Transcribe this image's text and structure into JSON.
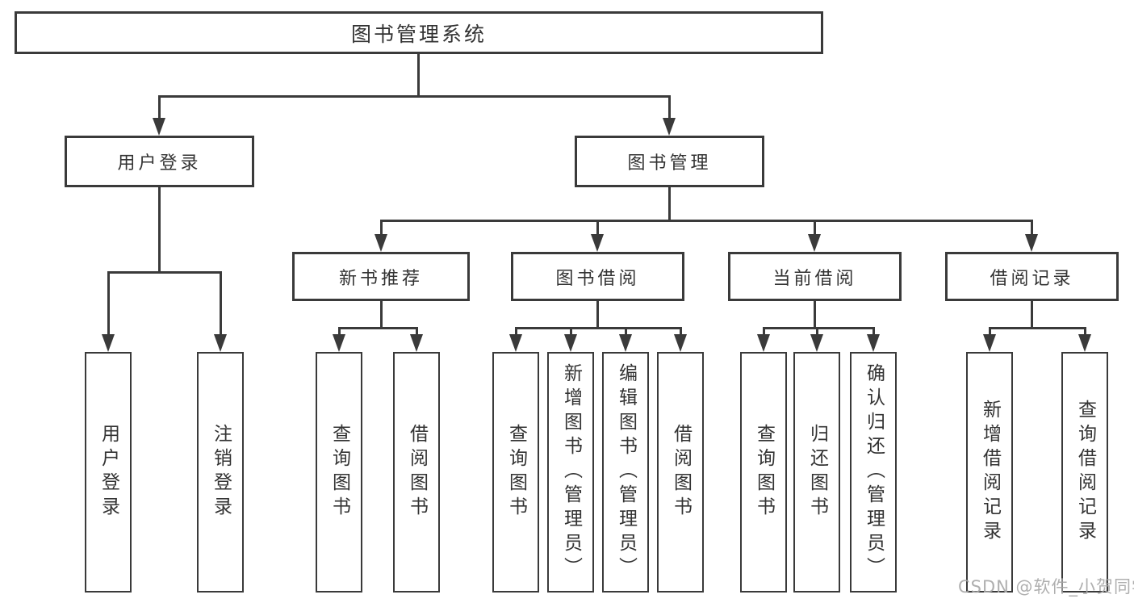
{
  "tree": {
    "root": "图书管理系统",
    "branches": [
      {
        "label": "用户登录",
        "leaves": [
          "用户登录",
          "注销登录"
        ]
      },
      {
        "label": "图书管理",
        "groups": [
          {
            "label": "新书推荐",
            "leaves": [
              "查询图书",
              "借阅图书"
            ]
          },
          {
            "label": "图书借阅",
            "leaves": [
              "查询图书",
              "新增图书（管理员）",
              "编辑图书（管理员）",
              "借阅图书"
            ]
          },
          {
            "label": "当前借阅",
            "leaves": [
              "查询图书",
              "归还图书",
              "确认归还（管理员）"
            ]
          },
          {
            "label": "借阅记录",
            "leaves": [
              "新增借阅记录",
              "查询借阅记录"
            ]
          }
        ]
      }
    ]
  },
  "watermark": "CSDN @软件_小贺同学",
  "colors": {
    "line": "#3a3a3a",
    "text": "#333333",
    "watermark": "#a9a9a9",
    "background": "#ffffff"
  }
}
